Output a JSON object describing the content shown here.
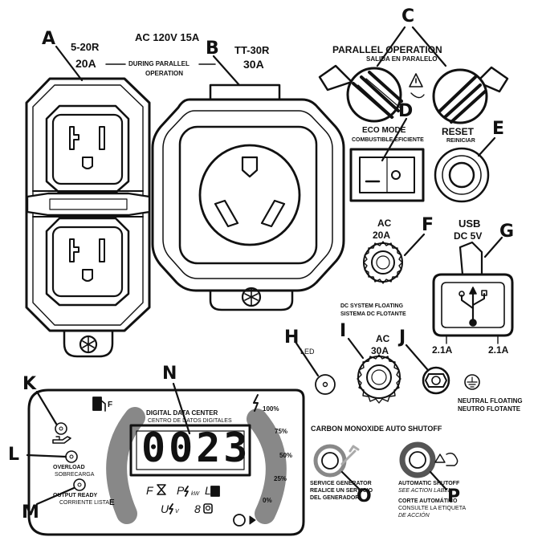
{
  "labels": {
    "A": "A",
    "B": "B",
    "C": "C",
    "D": "D",
    "E": "E",
    "F": "F",
    "G": "G",
    "H": "H",
    "I": "I",
    "J": "J",
    "K": "K",
    "L": "L",
    "M": "M",
    "N": "N",
    "O": "O",
    "P": "P"
  },
  "outlets": {
    "r520_model": "5-20R",
    "r520_amps": "20A",
    "ac_rating": "AC 120V 15A",
    "during_parallel_line1": "DURING PARALLEL",
    "during_parallel_line2": "OPERATION",
    "tt30_model": "TT-30R",
    "tt30_amps": "30A"
  },
  "controls": {
    "parallel_title": "PARALLEL OPERATION",
    "parallel_sub": "SALIDA EN PARALELO",
    "eco_title": "ECO MODE",
    "eco_sub": "COMBUSTIBLE EFICIENTE",
    "reset_title": "RESET",
    "reset_sub": "REINICIAR",
    "ac20_line1": "AC",
    "ac20_line2": "20A",
    "usb_line1": "USB",
    "usb_line2": "DC 5V",
    "dc_float_line1": "DC SYSTEM FLOATING",
    "dc_float_line2": "SISTEMA DC FLOTANTE",
    "usb_amp_left": "2.1A",
    "usb_amp_right": "2.1A",
    "led_label": "LED",
    "ac30_line1": "AC",
    "ac30_line2": "30A",
    "neutral_line1": "NEUTRAL FLOATING",
    "neutral_line2": "NEUTRO FLOTANTE"
  },
  "data_center": {
    "title": "DIGITAL DATA CENTER",
    "subtitle": "CENTRO DE DATOS DIGITALES",
    "display_value": "0023",
    "fuel_full": "F",
    "fuel_empty": "E",
    "scale": [
      "100%",
      "75%",
      "50%",
      "25%",
      "0%"
    ],
    "overload": "OVERLOAD",
    "overload_sub": "SOBRECARGA",
    "output_ready": "OUTPUT READY",
    "output_ready_sub": "CORRIENTE LISTA",
    "mode_f": "F",
    "mode_p": "P",
    "mode_kw": "kW",
    "mode_l": "L",
    "mode_u": "U",
    "mode_v": "V",
    "mode_8": "8"
  },
  "co_shutoff": {
    "title": "CARBON MONOXIDE AUTO SHUTOFF",
    "service_line1": "SERVICE GENERATOR",
    "service_line2": "REALICE UN SERVICIO",
    "service_line3": "DEL GENERADOR",
    "auto_line1": "AUTOMATIC SHUTOFF",
    "auto_line2": "SEE ACTION LABEL",
    "auto_line3": "CORTE AUTOMÁTICO",
    "auto_line4": "CONSULTE LA ETIQUETA",
    "auto_line5": "DE ACCIÓN"
  }
}
